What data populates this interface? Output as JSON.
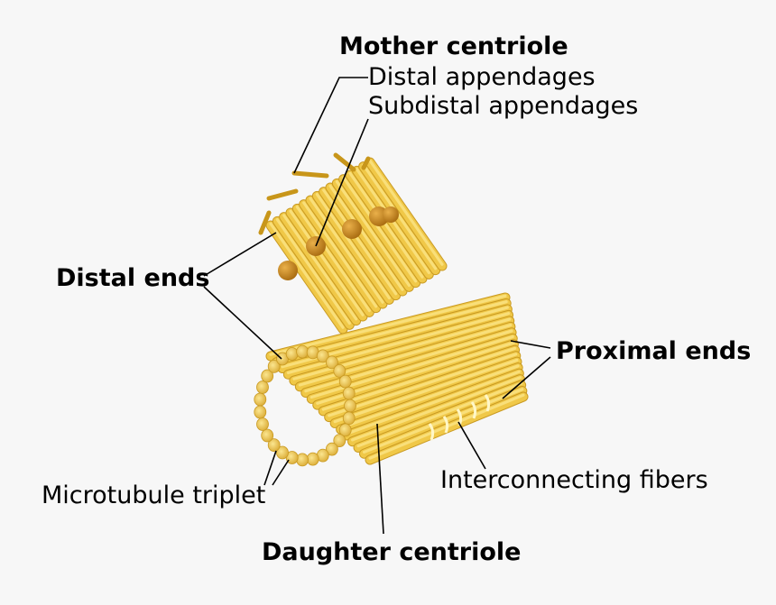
{
  "diagram": {
    "labels": {
      "mother_centriole": "Mother centriole",
      "distal_appendages": "Distal appendages",
      "subdistal_appendages": "Subdistal appendages",
      "distal_ends": "Distal ends",
      "proximal_ends": "Proximal ends",
      "interconnecting_fibers": "Interconnecting fibers",
      "microtubule_triplet": "Microtubule triplet",
      "daughter_centriole": "Daughter centriole"
    },
    "colors": {
      "background": "#f7f7f7",
      "tube_light": "#f9df7a",
      "tube_mid": "#f0c848",
      "tube_dark": "#c99a22",
      "appendage": "#c8961a",
      "subdistal_knob": "#c9891e",
      "fiber": "#fff7c8"
    }
  }
}
